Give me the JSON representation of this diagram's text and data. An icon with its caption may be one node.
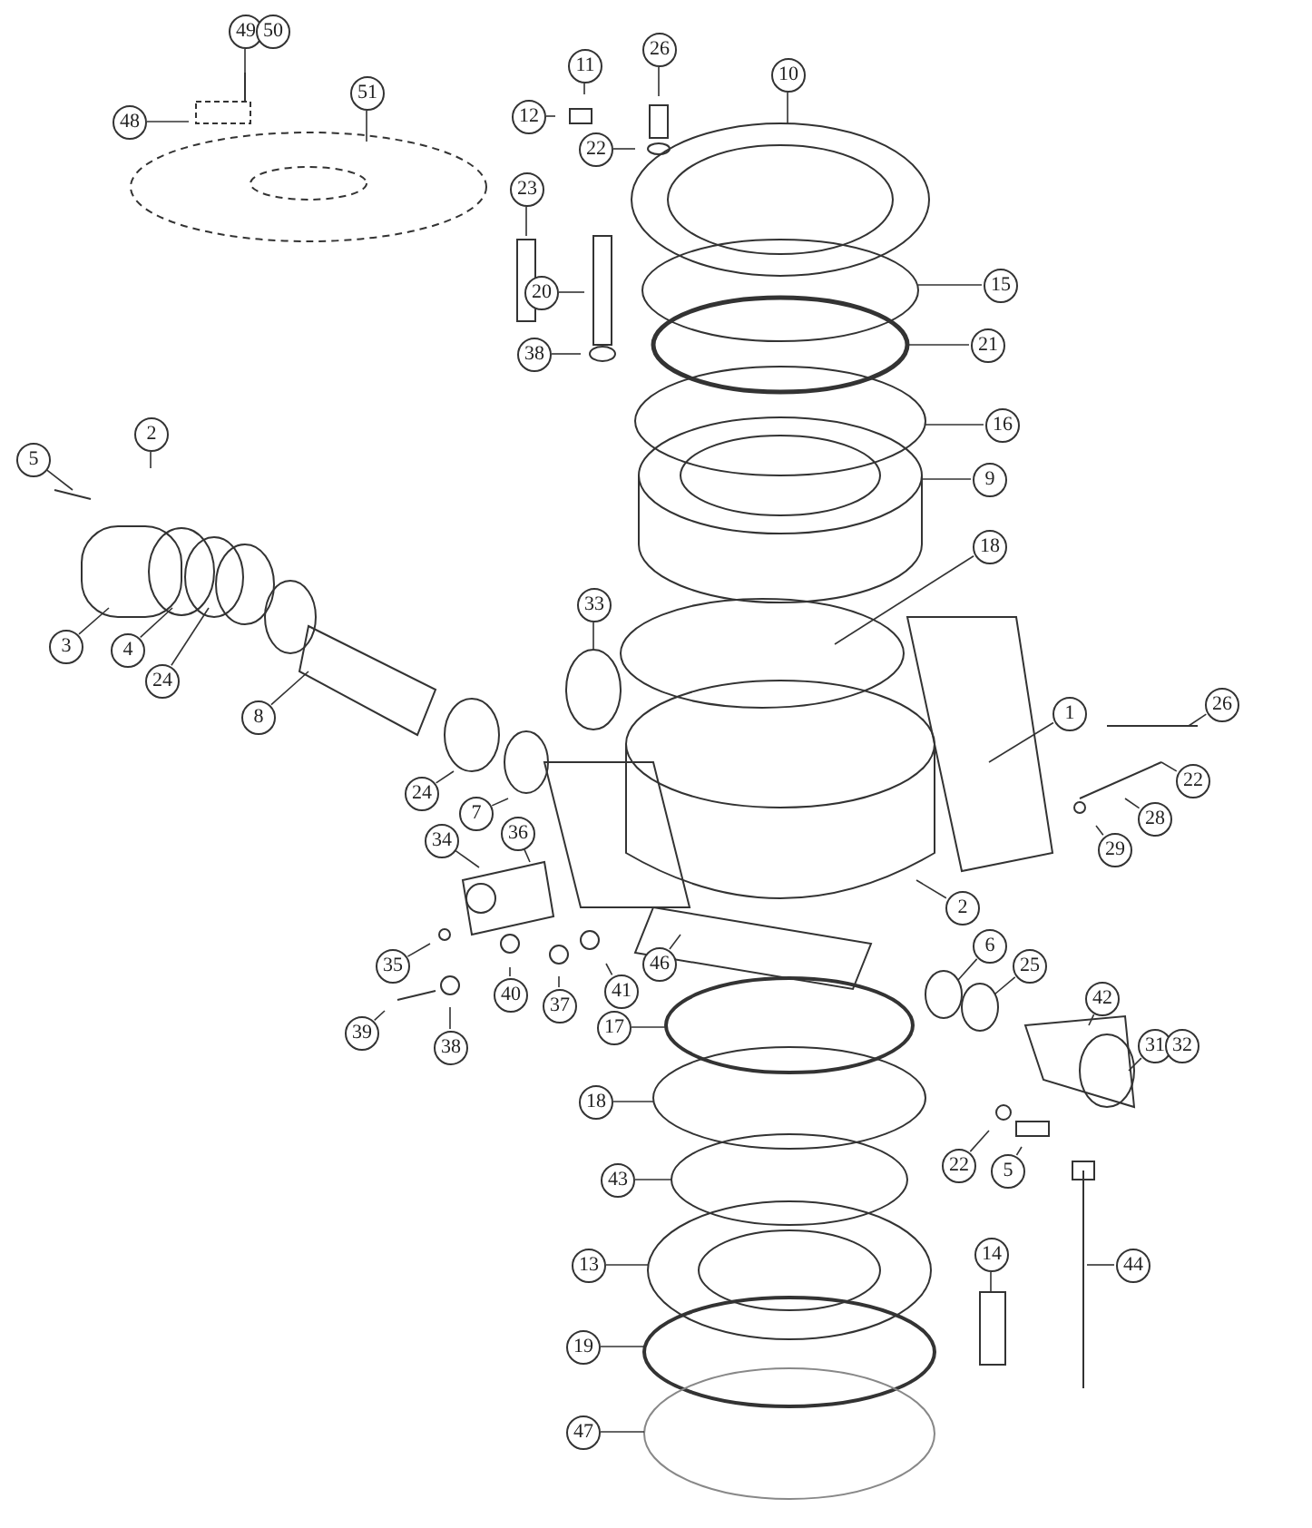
{
  "diagram": {
    "nodes": [
      {
        "text": [
          "49"
        ]
      },
      {
        "text": [
          "50"
        ]
      },
      {
        "text": [
          "48"
        ]
      },
      {
        "text": [
          "51"
        ]
      },
      {
        "text": [
          "11"
        ]
      },
      {
        "text": [
          "12"
        ]
      },
      {
        "text": [
          "26"
        ]
      },
      {
        "text": [
          "22"
        ]
      },
      {
        "text": [
          "10"
        ]
      },
      {
        "text": [
          "23"
        ]
      },
      {
        "text": [
          "20"
        ]
      },
      {
        "text": [
          "38"
        ]
      },
      {
        "text": [
          "15"
        ]
      },
      {
        "text": [
          "21"
        ]
      },
      {
        "text": [
          "16"
        ]
      },
      {
        "text": [
          "9"
        ]
      },
      {
        "text": [
          "18"
        ]
      },
      {
        "text": [
          "5"
        ]
      },
      {
        "text": [
          "2"
        ]
      },
      {
        "text": [
          "3"
        ]
      },
      {
        "text": [
          "4"
        ]
      },
      {
        "text": [
          "24"
        ]
      },
      {
        "text": [
          "8"
        ]
      },
      {
        "text": [
          "33"
        ]
      },
      {
        "text": [
          "1"
        ]
      },
      {
        "text": [
          "26"
        ]
      },
      {
        "text": [
          "22"
        ]
      },
      {
        "text": [
          "28"
        ]
      },
      {
        "text": [
          "29"
        ]
      },
      {
        "text": [
          "24"
        ]
      },
      {
        "text": [
          "7"
        ]
      },
      {
        "text": [
          "34"
        ]
      },
      {
        "text": [
          "36"
        ]
      },
      {
        "text": [
          "35"
        ]
      },
      {
        "text": [
          "40"
        ]
      },
      {
        "text": [
          "37"
        ]
      },
      {
        "text": [
          "41"
        ]
      },
      {
        "text": [
          "46"
        ]
      },
      {
        "text": [
          "2"
        ]
      },
      {
        "text": [
          "6"
        ]
      },
      {
        "text": [
          "25"
        ]
      },
      {
        "text": [
          "42"
        ]
      },
      {
        "text": [
          "31"
        ]
      },
      {
        "text": [
          "32"
        ]
      },
      {
        "text": [
          "39"
        ]
      },
      {
        "text": [
          "38"
        ]
      },
      {
        "text": [
          "17"
        ]
      },
      {
        "text": [
          "18"
        ]
      },
      {
        "text": [
          "22"
        ]
      },
      {
        "text": [
          "5"
        ]
      },
      {
        "text": [
          "43"
        ]
      },
      {
        "text": [
          "13"
        ]
      },
      {
        "text": [
          "14"
        ]
      },
      {
        "text": [
          "44"
        ]
      },
      {
        "text": [
          "19"
        ]
      },
      {
        "text": [
          "47"
        ]
      }
    ],
    "edges": [
      {
        "from": 0,
        "to": null,
        "arrow": "none"
      },
      {
        "from": 2,
        "to": null,
        "arrow": "none"
      },
      {
        "from": 3,
        "to": null,
        "arrow": "none"
      },
      {
        "from": 4,
        "to": null,
        "arrow": "none"
      },
      {
        "from": 5,
        "to": null,
        "arrow": "none"
      },
      {
        "from": 6,
        "to": null,
        "arrow": "none"
      },
      {
        "from": 7,
        "to": null,
        "arrow": "none"
      },
      {
        "from": 8,
        "to": null,
        "arrow": "none"
      },
      {
        "from": 9,
        "to": null,
        "arrow": "none"
      },
      {
        "from": 10,
        "to": null,
        "arrow": "none"
      },
      {
        "from": 11,
        "to": null,
        "arrow": "none"
      },
      {
        "from": 12,
        "to": null,
        "arrow": "none"
      },
      {
        "from": 13,
        "to": null,
        "arrow": "none"
      },
      {
        "from": 14,
        "to": null,
        "arrow": "none"
      },
      {
        "from": 15,
        "to": null,
        "arrow": "none"
      },
      {
        "from": 16,
        "to": null,
        "arrow": "none"
      },
      {
        "from": 17,
        "to": null,
        "arrow": "none"
      },
      {
        "from": 18,
        "to": null,
        "arrow": "none"
      },
      {
        "from": 19,
        "to": null,
        "arrow": "none"
      },
      {
        "from": 20,
        "to": null,
        "arrow": "none"
      },
      {
        "from": 21,
        "to": null,
        "arrow": "none"
      },
      {
        "from": 22,
        "to": null,
        "arrow": "none"
      },
      {
        "from": 23,
        "to": null,
        "arrow": "none"
      },
      {
        "from": 24,
        "to": null,
        "arrow": "none"
      },
      {
        "from": 25,
        "to": null,
        "arrow": "none"
      },
      {
        "from": 26,
        "to": null,
        "arrow": "none"
      },
      {
        "from": 27,
        "to": null,
        "arrow": "none"
      },
      {
        "from": 28,
        "to": null,
        "arrow": "none"
      },
      {
        "from": 29,
        "to": null,
        "arrow": "none"
      },
      {
        "from": 30,
        "to": null,
        "arrow": "none"
      },
      {
        "from": 31,
        "to": null,
        "arrow": "none"
      },
      {
        "from": 32,
        "to": null,
        "arrow": "none"
      },
      {
        "from": 33,
        "to": null,
        "arrow": "none"
      },
      {
        "from": 34,
        "to": null,
        "arrow": "none"
      },
      {
        "from": 35,
        "to": null,
        "arrow": "none"
      },
      {
        "from": 36,
        "to": null,
        "arrow": "none"
      },
      {
        "from": 37,
        "to": null,
        "arrow": "none"
      },
      {
        "from": 38,
        "to": null,
        "arrow": "none"
      },
      {
        "from": 39,
        "to": null,
        "arrow": "none"
      },
      {
        "from": 40,
        "to": null,
        "arrow": "none"
      },
      {
        "from": 41,
        "to": null,
        "arrow": "none"
      },
      {
        "from": 42,
        "to": null,
        "arrow": "none"
      },
      {
        "from": 44,
        "to": null,
        "arrow": "none"
      },
      {
        "from": 45,
        "to": null,
        "arrow": "none"
      },
      {
        "from": 46,
        "to": null,
        "arrow": "none"
      },
      {
        "from": 47,
        "to": null,
        "arrow": "none"
      },
      {
        "from": 48,
        "to": null,
        "arrow": "none"
      },
      {
        "from": 49,
        "to": null,
        "arrow": "none"
      },
      {
        "from": 50,
        "to": null,
        "arrow": "none"
      },
      {
        "from": 51,
        "to": null,
        "arrow": "none"
      },
      {
        "from": 52,
        "to": null,
        "arrow": "none"
      },
      {
        "from": 53,
        "to": null,
        "arrow": "none"
      },
      {
        "from": 54,
        "to": null,
        "arrow": "none"
      },
      {
        "from": 55,
        "to": null,
        "arrow": "none"
      }
    ]
  }
}
